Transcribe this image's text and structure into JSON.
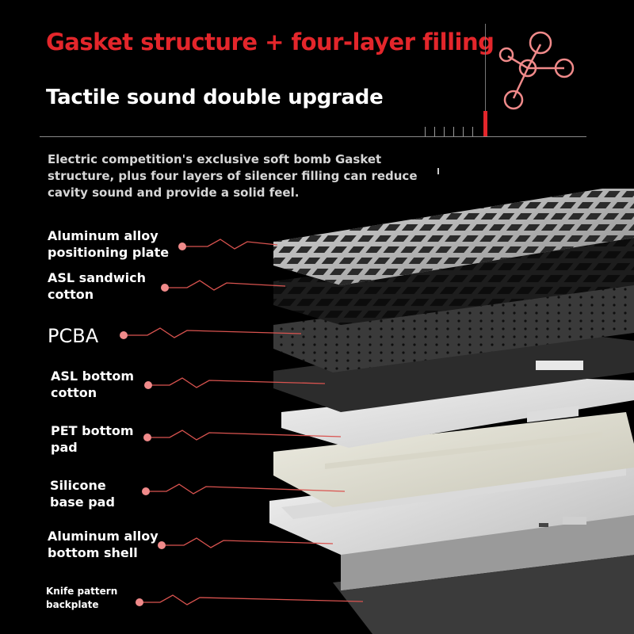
{
  "header": {
    "headline": "Gasket structure + four-layer filling",
    "subheadline": "Tactile sound double upgrade",
    "description_lines": [
      "Electric competition's exclusive soft bomb Gasket",
      "structure, plus four layers of silencer filling can reduce",
      "cavity sound and provide a solid feel."
    ]
  },
  "layers": [
    {
      "label_lines": [
        "Aluminum alloy",
        "positioning plate"
      ]
    },
    {
      "label_lines": [
        "ASL sandwich",
        "cotton"
      ]
    },
    {
      "label_lines": [
        "PCBA"
      ]
    },
    {
      "label_lines": [
        "ASL bottom",
        "cotton"
      ]
    },
    {
      "label_lines": [
        "PET bottom",
        "pad"
      ]
    },
    {
      "label_lines": [
        "Silicone",
        "base pad"
      ]
    },
    {
      "label_lines": [
        "Aluminum alloy",
        "bottom shell"
      ]
    },
    {
      "label_lines": [
        "Knife pattern",
        "backplate"
      ]
    }
  ],
  "icons": {
    "molecule": "molecule-icon"
  },
  "colors": {
    "background": "#000000",
    "accent_red": "#e3262b",
    "leader_red": "#d9534f",
    "dot_pink": "#f08a8a",
    "text_white": "#ffffff"
  }
}
